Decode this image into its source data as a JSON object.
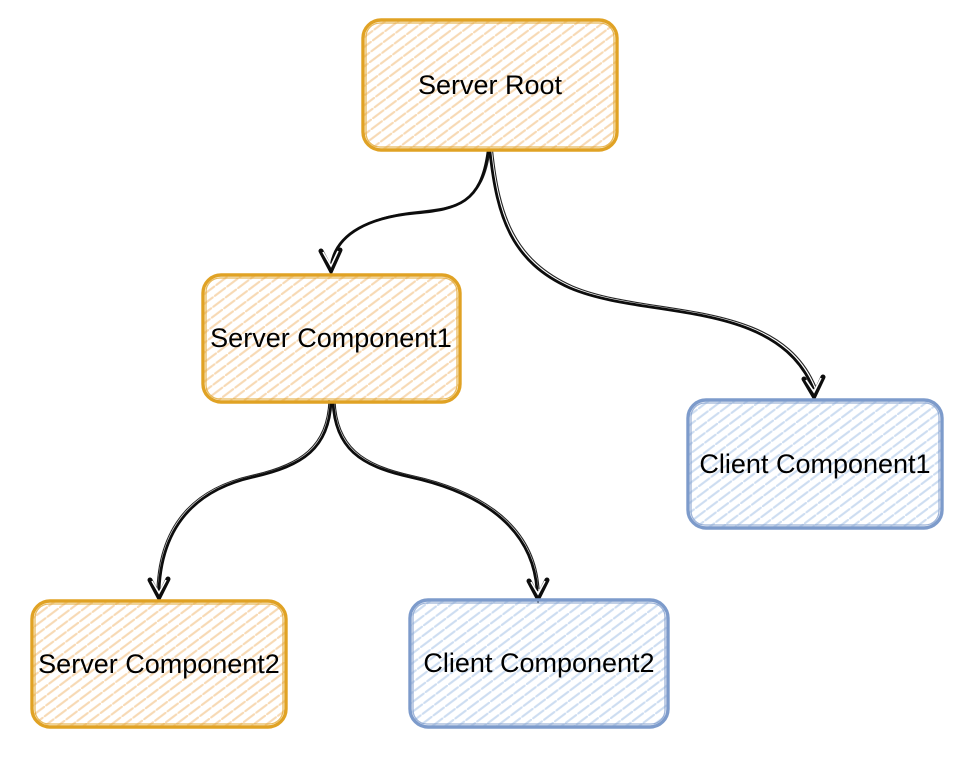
{
  "diagram": {
    "type": "tree",
    "background": "#ffffff",
    "nodes": [
      {
        "id": "server-root",
        "label": "Server Root",
        "variant": "server"
      },
      {
        "id": "server-component1",
        "label": "Server Component1",
        "variant": "server"
      },
      {
        "id": "client-component1",
        "label": "Client Component1",
        "variant": "client"
      },
      {
        "id": "server-component2",
        "label": "Server Component2",
        "variant": "server"
      },
      {
        "id": "client-component2",
        "label": "Client Component2",
        "variant": "client"
      }
    ],
    "edges": [
      {
        "from": "server-root",
        "to": "server-component1"
      },
      {
        "from": "server-root",
        "to": "client-component1"
      },
      {
        "from": "server-component1",
        "to": "server-component2"
      },
      {
        "from": "server-component1",
        "to": "client-component2"
      }
    ],
    "colors": {
      "server_stroke": "#e0a224",
      "server_hatch": "#f7d9b4",
      "client_stroke": "#7d9bcb",
      "client_hatch": "#cdddf1",
      "arrow": "#0d0d0d",
      "text": "#000000"
    },
    "style": "hand-drawn-sketch"
  }
}
